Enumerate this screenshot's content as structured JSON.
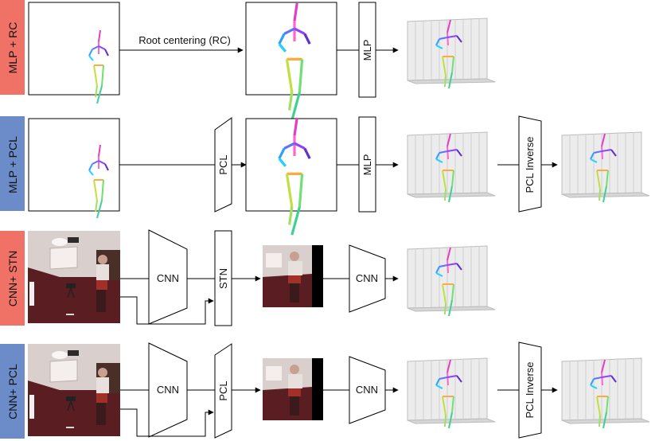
{
  "colors": {
    "red_band": "#f07267",
    "blue_band": "#6b8cc8",
    "room_wall": "#d9cfcc",
    "room_floor": "#5a1e22"
  },
  "rows": [
    {
      "label": "MLP + RC",
      "color": "red",
      "blocks": [
        "MLP"
      ],
      "arrow_label": "Root centering (RC)"
    },
    {
      "label": "MLP + PCL",
      "color": "blue",
      "blocks": [
        "PCL",
        "MLP",
        "PCL Inverse"
      ]
    },
    {
      "label": "CNN+ STN",
      "color": "red",
      "blocks": [
        "CNN",
        "STN",
        "CNN"
      ]
    },
    {
      "label": "CNN+ PCL",
      "color": "blue",
      "blocks": [
        "CNN",
        "PCL",
        "CNN",
        "PCL Inverse"
      ]
    }
  ]
}
